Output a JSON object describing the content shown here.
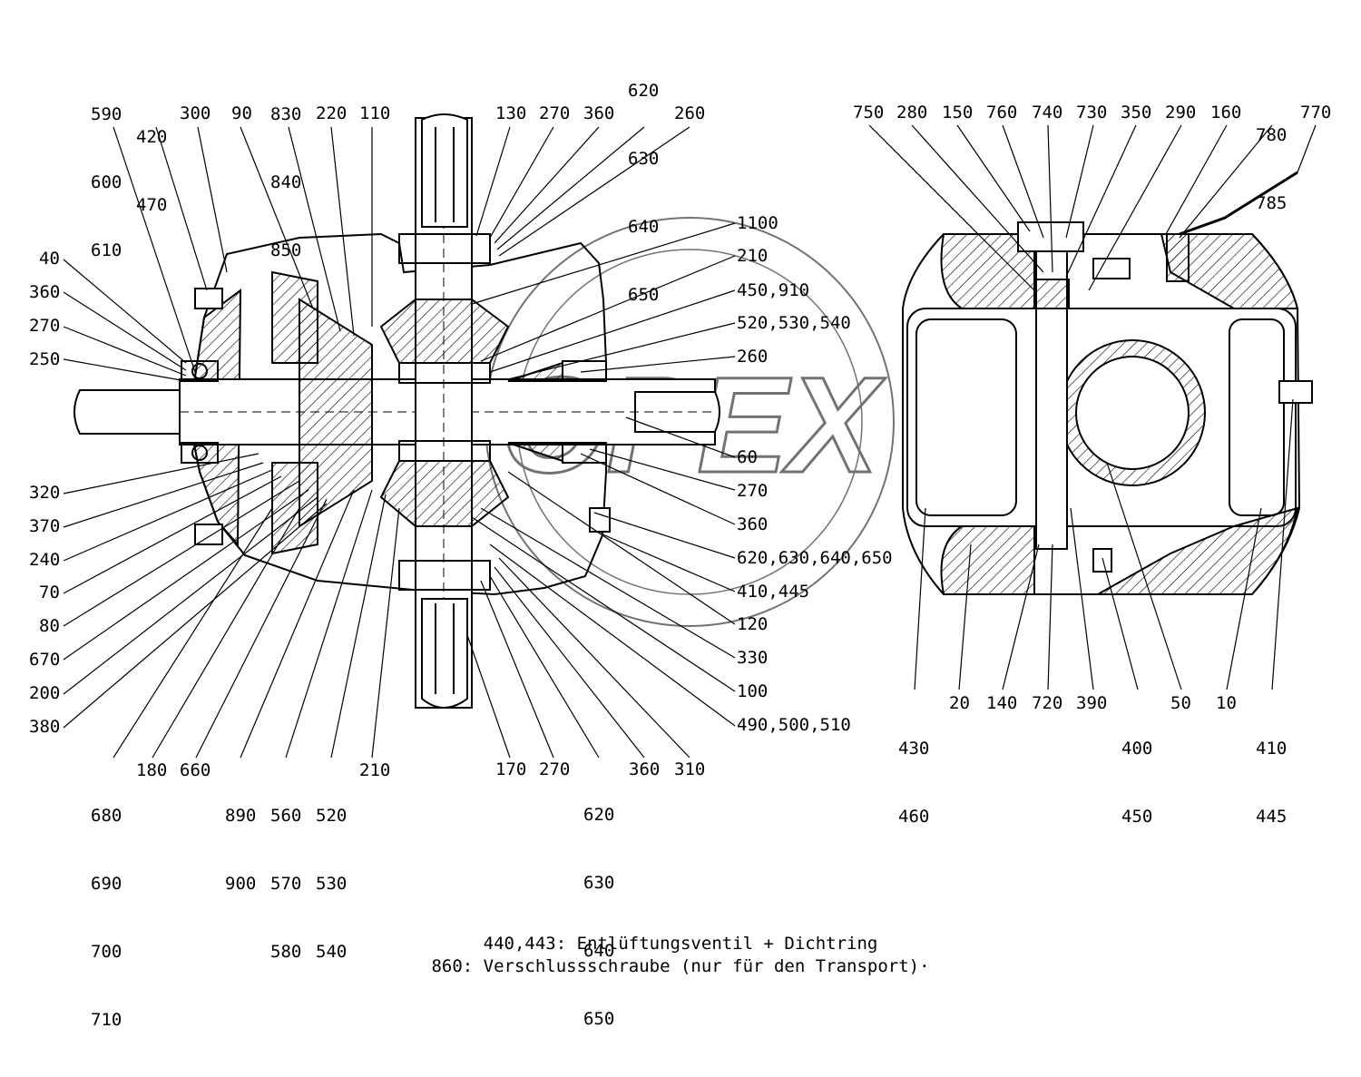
{
  "watermark": "OPEX",
  "labels": {
    "top_left": [
      [
        "590",
        "600",
        "610"
      ],
      [
        "420",
        "470"
      ],
      [
        "300"
      ],
      [
        "90"
      ],
      [
        "830",
        "840",
        "850"
      ],
      [
        "220"
      ],
      [
        "110"
      ]
    ],
    "top_mid": [
      [
        "130"
      ],
      [
        "270"
      ],
      [
        "360"
      ],
      [
        "620",
        "630",
        "640",
        "650"
      ],
      [
        "260"
      ]
    ],
    "right_callouts": [
      "1100",
      "210",
      "450,910",
      "520,530,540",
      "260",
      "60",
      "270",
      "360",
      "620,630,640,650",
      "410,445",
      "120",
      "330",
      "100",
      "490,500,510"
    ],
    "left_callouts": [
      "40",
      "360",
      "270",
      "250",
      "320",
      "370",
      "240",
      "70",
      "80",
      "670",
      "200",
      "380"
    ],
    "bottom_left": [
      [
        "680",
        "690",
        "700",
        "710"
      ],
      [
        "180"
      ],
      [
        "660"
      ],
      [
        "890",
        "900"
      ],
      [
        "560",
        "570",
        "580"
      ],
      [
        "520",
        "530",
        "540"
      ],
      [
        "210"
      ]
    ],
    "bottom_mid": [
      [
        "170"
      ],
      [
        "270"
      ],
      [
        "620",
        "630",
        "640",
        "650"
      ],
      [
        "360"
      ],
      [
        "310"
      ]
    ],
    "side_top": [
      [
        "750"
      ],
      [
        "280"
      ],
      [
        "150"
      ],
      [
        "760"
      ],
      [
        "740"
      ],
      [
        "730"
      ],
      [
        "350"
      ],
      [
        "290"
      ],
      [
        "160"
      ],
      [
        "780",
        "785"
      ],
      [
        "770"
      ]
    ],
    "side_bottom": [
      [
        "430",
        "460"
      ],
      [
        "20"
      ],
      [
        "140"
      ],
      [
        "720"
      ],
      [
        "390"
      ],
      [
        "400",
        "450"
      ],
      [
        "50"
      ],
      [
        "10"
      ],
      [
        "410",
        "445"
      ]
    ]
  },
  "notes": [
    "440,443: Entlüftungsventil + Dichtring",
    "860: Verschlussschraube (nur für den Transport)·"
  ]
}
